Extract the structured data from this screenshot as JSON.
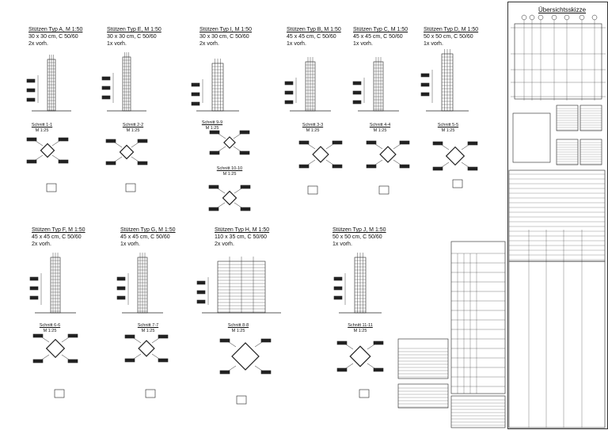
{
  "columns_top": [
    {
      "title": "Stützen Typ A,  M 1:50",
      "spec": "30 x 30 cm, C 50/60",
      "count": "2x vorh."
    },
    {
      "title": "Stützen Typ E,  M 1:50",
      "spec": "30 x 30 cm, C 50/60",
      "count": "1x vorh."
    },
    {
      "title": "Stützen Typ I,  M 1:50",
      "spec": "30 x 30 cm, C 50/60",
      "count": "2x vorh."
    },
    {
      "title": "Stützen Typ B,  M 1:50",
      "spec": "45 x 45 cm, C 50/60",
      "count": "1x vorh."
    },
    {
      "title": "Stützen Typ C,  M 1:50",
      "spec": "45 x 45 cm, C 50/60",
      "count": "1x vorh."
    },
    {
      "title": "Stützen Typ D,  M 1:50",
      "spec": "50 x 50 cm, C 50/60",
      "count": "1x vorh."
    }
  ],
  "columns_bottom": [
    {
      "title": "Stützen Typ F,  M 1:50",
      "spec": "45 x 45 cm, C 50/60",
      "count": "2x vorh."
    },
    {
      "title": "Stützen Typ G,  M 1:50",
      "spec": "45 x 45 cm, C 50/60",
      "count": "1x vorh."
    },
    {
      "title": "Stützen Typ H,  M 1:50",
      "spec": "110 x 35 cm, C 50/60",
      "count": "2x vorh."
    },
    {
      "title": "Stützen Typ J,  M 1:50",
      "spec": "50 x 50 cm, C 50/60",
      "count": "1x vorh."
    }
  ],
  "sections": [
    {
      "title": "Schnitt 1-1",
      "scale": "M 1:25"
    },
    {
      "title": "Schnitt 2-2",
      "scale": "M 1:25"
    },
    {
      "title": "Schnitt 9-9",
      "scale": "M 1:25"
    },
    {
      "title": "Schnitt 10-10",
      "scale": "M 1:25"
    },
    {
      "title": "Schnitt 3-3",
      "scale": "M 1:25"
    },
    {
      "title": "Schnitt 4-4",
      "scale": "M 1:25"
    },
    {
      "title": "Schnitt 5-5",
      "scale": "M 1:25"
    },
    {
      "title": "Schnitt 6-6",
      "scale": "M 1:25"
    },
    {
      "title": "Schnitt 7-7",
      "scale": "M 1:25"
    },
    {
      "title": "Schnitt 8-8",
      "scale": "M 1:25"
    },
    {
      "title": "Schnitt 11-11",
      "scale": "M 1:25"
    }
  ],
  "overview": {
    "title": "Übersichtsskizze"
  }
}
